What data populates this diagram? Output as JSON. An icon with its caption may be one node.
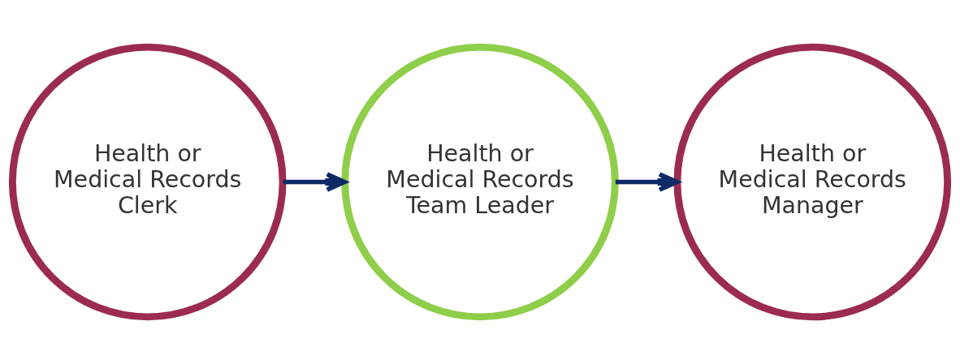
{
  "diagram": {
    "nodes": [
      {
        "text": [
          "Health or Medical Records Clerk"
        ]
      },
      {
        "text": [
          "Health or Medical Records Team Leader"
        ]
      },
      {
        "text": [
          "Health or Medical Records Manager"
        ]
      }
    ],
    "edges": [
      {
        "from": 0,
        "to": 1,
        "arrow": "to"
      },
      {
        "from": 1,
        "to": 2,
        "arrow": "to"
      }
    ]
  }
}
